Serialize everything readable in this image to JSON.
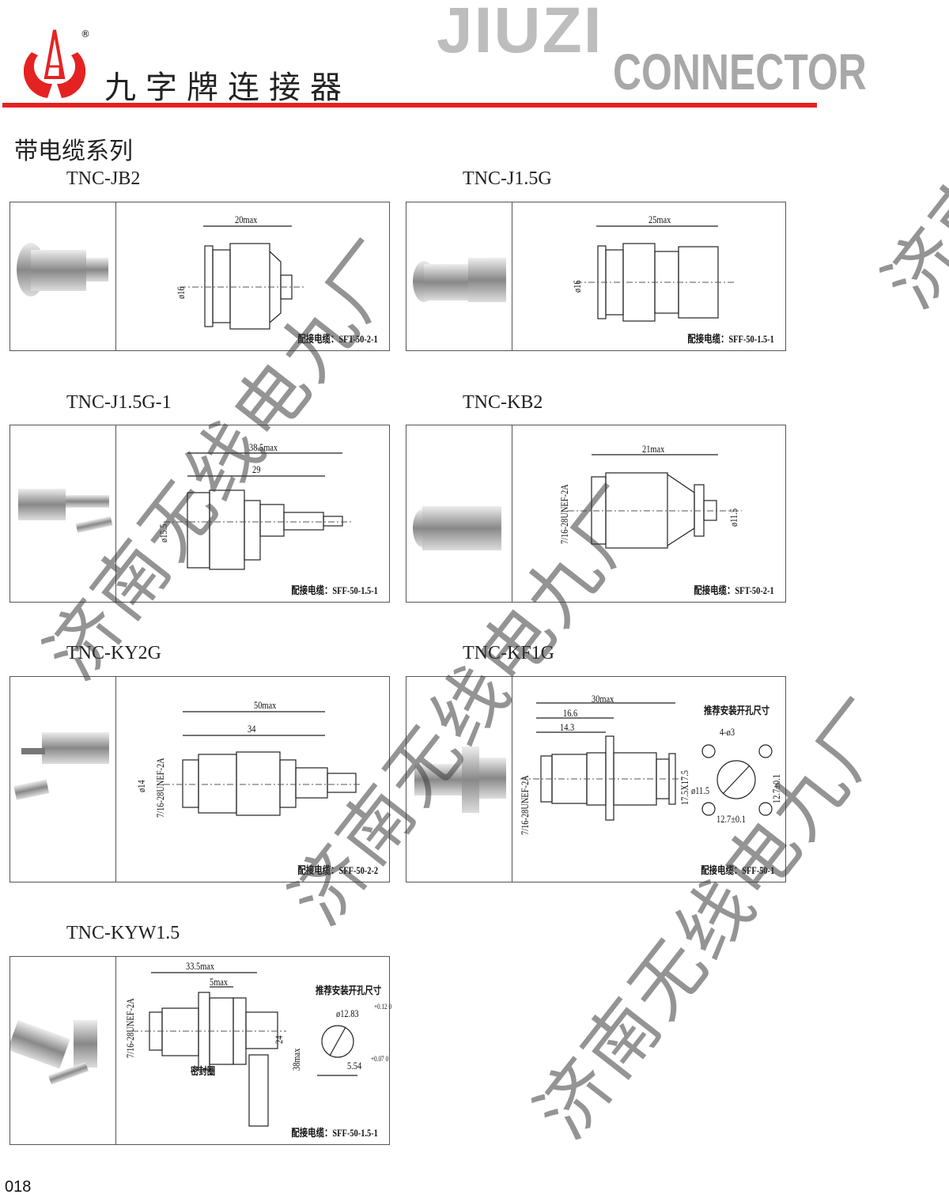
{
  "header": {
    "brand_cn": "九字牌连接器",
    "registered": "®",
    "logo_text_1": "JIUZI",
    "logo_text_2": "CONNECTOR",
    "accent": "#e52222"
  },
  "section_title": "带电缆系列",
  "watermark": "济南无线电九厂",
  "cable_prefix": "配接电缆：",
  "mount_hole_title": "推荐安装开孔尺寸",
  "products": [
    {
      "name": "TNC-JB2",
      "cable": "SFT-50-2-1",
      "dims": [
        "20max",
        "ø16"
      ]
    },
    {
      "name": "TNC-J1.5G",
      "cable": "SFF-50-1.5-1",
      "dims": [
        "25max",
        "ø16"
      ]
    },
    {
      "name": "TNC-J1.5G-1",
      "cable": "SFF-50-1.5-1",
      "dims": [
        "38.5max",
        "29",
        "ø15.5"
      ]
    },
    {
      "name": "TNC-KB2",
      "cable": "SFT-50-2-1",
      "dims": [
        "21max",
        "7/16-28UNEF-2A",
        "ø11.5"
      ]
    },
    {
      "name": "TNC-KY2G",
      "cable": "SFF-50-2-2",
      "dims": [
        "50max",
        "34",
        "ø14",
        "7/16-28UNEF-2A"
      ]
    },
    {
      "name": "TNC-KF1G",
      "cable": "SFF-50-1",
      "dims": [
        "30max",
        "16.6",
        "14.3",
        "7/16-28UNEF-2A",
        "17.5X17.5",
        "4-ø3",
        "ø11.5",
        "12.7±0.1",
        "12.7±0.1"
      ]
    },
    {
      "name": "TNC-KYW1.5",
      "cable": "SFF-50-1.5-1",
      "dims": [
        "33.5max",
        "5max",
        "7/16-28UNEF-2A",
        "24",
        "38max",
        "密封圈",
        "ø12.83",
        "+0.12 0",
        "5.54",
        "+0.07 0"
      ]
    }
  ],
  "page_number": "018"
}
